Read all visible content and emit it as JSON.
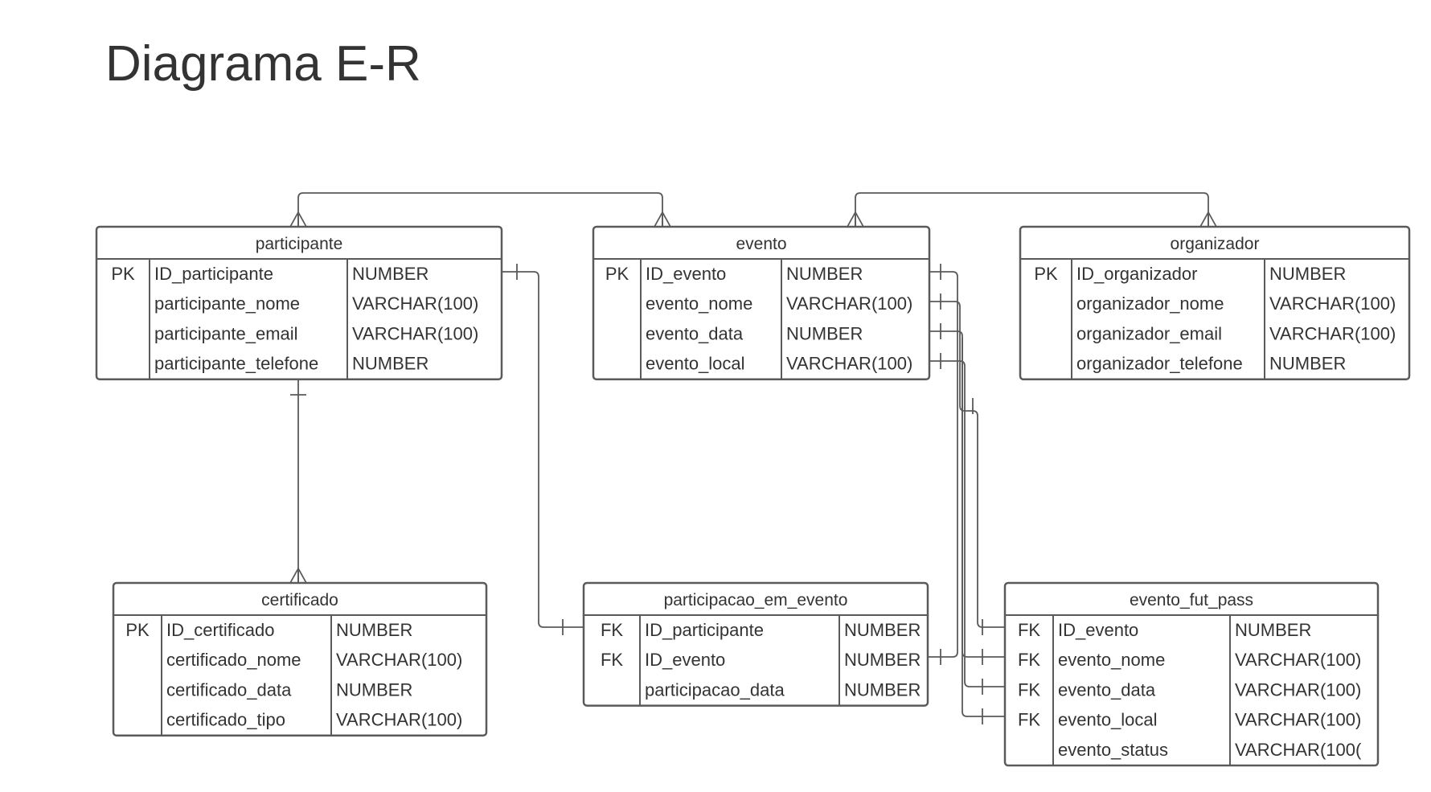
{
  "title": "Diagrama E-R",
  "colors": {
    "stroke": "#5a5a5a",
    "text": "#333333",
    "background": "#ffffff"
  },
  "entities": [
    {
      "id": "participante",
      "name": "participante",
      "rows": [
        {
          "key": "PK",
          "field": "ID_participante",
          "type": "NUMBER"
        },
        {
          "key": "",
          "field": "participante_nome",
          "type": "VARCHAR(100)"
        },
        {
          "key": "",
          "field": "participante_email",
          "type": "VARCHAR(100)"
        },
        {
          "key": "",
          "field": "participante_telefone",
          "type": "NUMBER"
        }
      ]
    },
    {
      "id": "evento",
      "name": "evento",
      "rows": [
        {
          "key": "PK",
          "field": "ID_evento",
          "type": "NUMBER"
        },
        {
          "key": "",
          "field": "evento_nome",
          "type": "VARCHAR(100)"
        },
        {
          "key": "",
          "field": "evento_data",
          "type": "NUMBER"
        },
        {
          "key": "",
          "field": "evento_local",
          "type": "VARCHAR(100)"
        }
      ]
    },
    {
      "id": "organizador",
      "name": "organizador",
      "rows": [
        {
          "key": "PK",
          "field": "ID_organizador",
          "type": "NUMBER"
        },
        {
          "key": "",
          "field": "organizador_nome",
          "type": "VARCHAR(100)"
        },
        {
          "key": "",
          "field": "organizador_email",
          "type": "VARCHAR(100)"
        },
        {
          "key": "",
          "field": "organizador_telefone",
          "type": "NUMBER"
        }
      ]
    },
    {
      "id": "certificado",
      "name": "certificado",
      "rows": [
        {
          "key": "PK",
          "field": "ID_certificado",
          "type": "NUMBER"
        },
        {
          "key": "",
          "field": "certificado_nome",
          "type": "VARCHAR(100)"
        },
        {
          "key": "",
          "field": "certificado_data",
          "type": "NUMBER"
        },
        {
          "key": "",
          "field": "certificado_tipo",
          "type": "VARCHAR(100)"
        }
      ]
    },
    {
      "id": "participacao_em_evento",
      "name": "participacao_em_evento",
      "rows": [
        {
          "key": "FK",
          "field": "ID_participante",
          "type": "NUMBER"
        },
        {
          "key": "FK",
          "field": "ID_evento",
          "type": "NUMBER"
        },
        {
          "key": "",
          "field": "participacao_data",
          "type": "NUMBER"
        }
      ]
    },
    {
      "id": "evento_fut_pass",
      "name": "evento_fut_pass",
      "rows": [
        {
          "key": "FK",
          "field": "ID_evento",
          "type": "NUMBER"
        },
        {
          "key": "FK",
          "field": "evento_nome",
          "type": "VARCHAR(100)"
        },
        {
          "key": "FK",
          "field": "evento_data",
          "type": "VARCHAR(100)"
        },
        {
          "key": "FK",
          "field": "evento_local",
          "type": "VARCHAR(100)"
        },
        {
          "key": "",
          "field": "evento_status",
          "type": "VARCHAR(100("
        }
      ]
    }
  ],
  "relationships": [
    {
      "from": "participante",
      "to": "evento",
      "from_end": "many",
      "to_end": "many"
    },
    {
      "from": "evento",
      "to": "organizador",
      "from_end": "many",
      "to_end": "many"
    },
    {
      "from": "participante",
      "to": "certificado",
      "from_end": "one",
      "to_end": "many"
    },
    {
      "from": "participante",
      "to": "participacao_em_evento",
      "from_end": "one",
      "to_end": "one"
    },
    {
      "from": "evento",
      "to": "participacao_em_evento",
      "from_end": "one",
      "to_end": "one"
    },
    {
      "from": "evento",
      "to": "evento_fut_pass",
      "from_end": "one",
      "to_end": "one"
    }
  ]
}
